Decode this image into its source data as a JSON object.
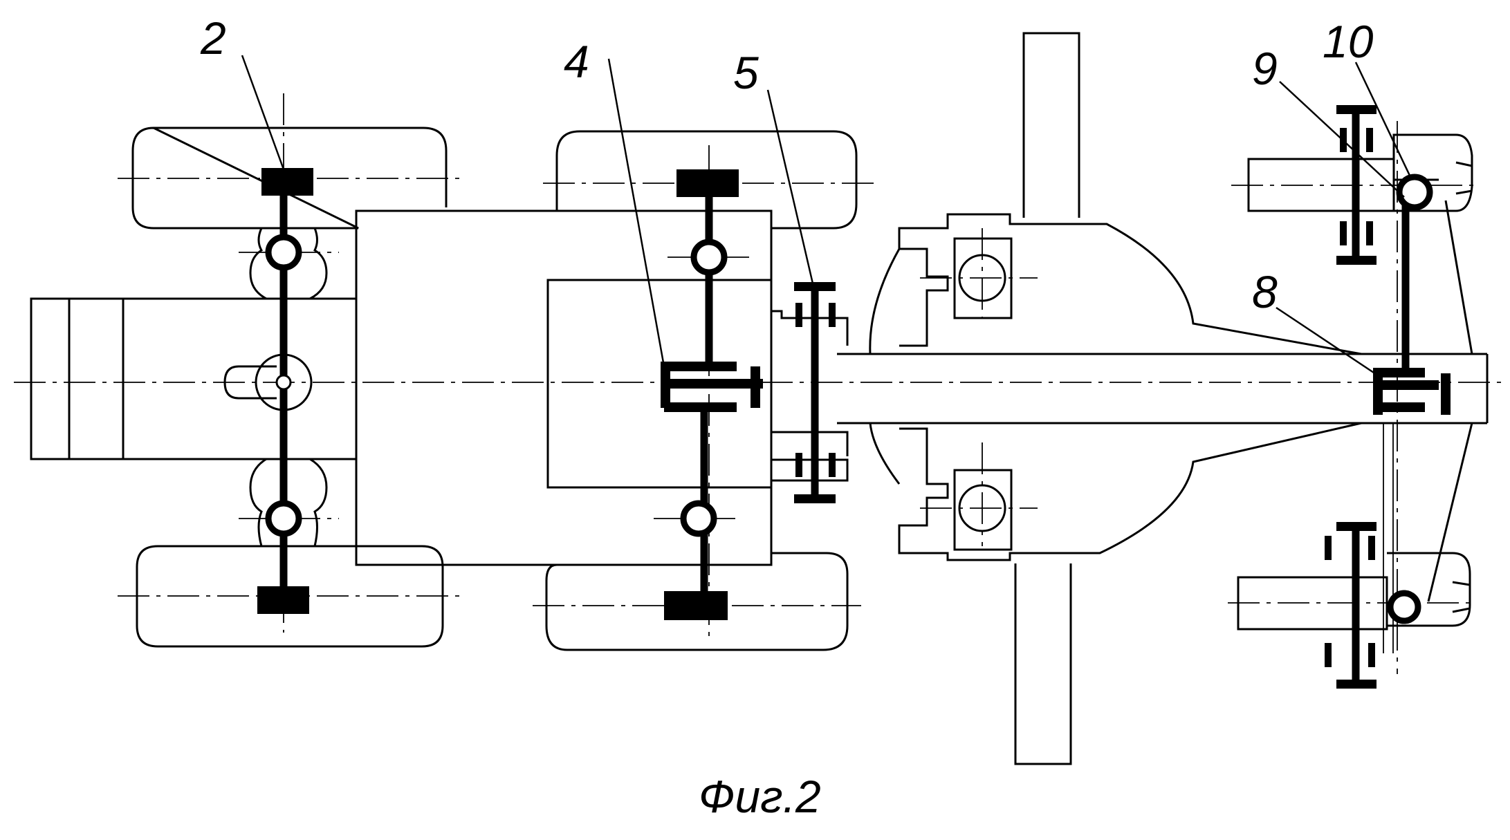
{
  "labels": {
    "l2": "2",
    "l4": "4",
    "l5": "5",
    "l8": "8",
    "l9": "9",
    "l10": "10"
  },
  "caption": "Фиг.2"
}
